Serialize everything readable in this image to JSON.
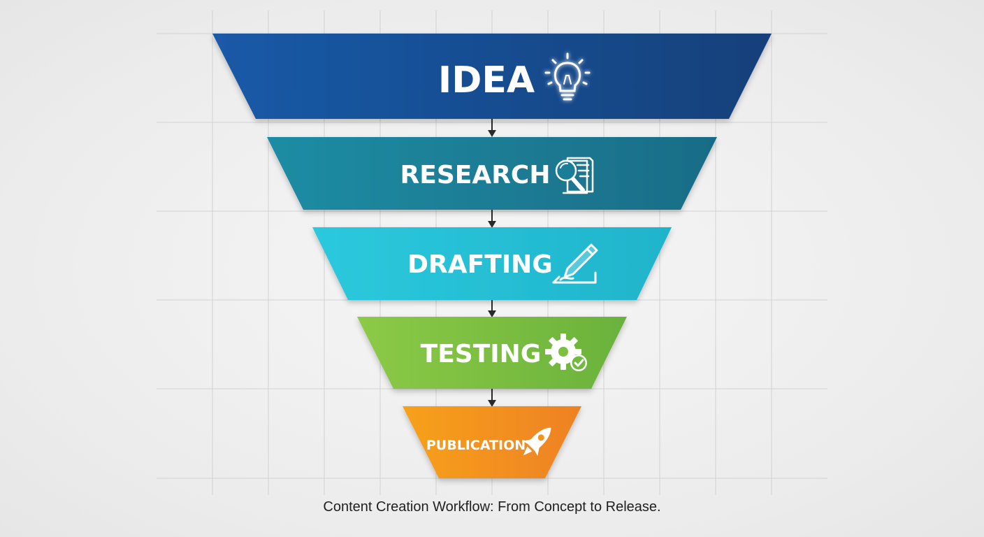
{
  "diagram": {
    "stages": [
      {
        "label": "IDEA",
        "icon": "lightbulb-icon",
        "colors": [
          "#1a5aa8",
          "#14407a"
        ]
      },
      {
        "label": "RESEARCH",
        "icon": "document-search-icon",
        "colors": [
          "#1d8da4",
          "#196c86"
        ]
      },
      {
        "label": "DRAFTING",
        "icon": "pen-signature-icon",
        "colors": [
          "#2cc9dd",
          "#1fb4cb"
        ]
      },
      {
        "label": "TESTING",
        "icon": "gear-check-icon",
        "colors": [
          "#8cca46",
          "#6ab23c"
        ]
      },
      {
        "label": "PUBLICATION",
        "icon": "rocket-icon",
        "colors": [
          "#f7a11e",
          "#ee8121"
        ]
      }
    ]
  },
  "caption": "Content Creation Workflow: From Concept to Release."
}
